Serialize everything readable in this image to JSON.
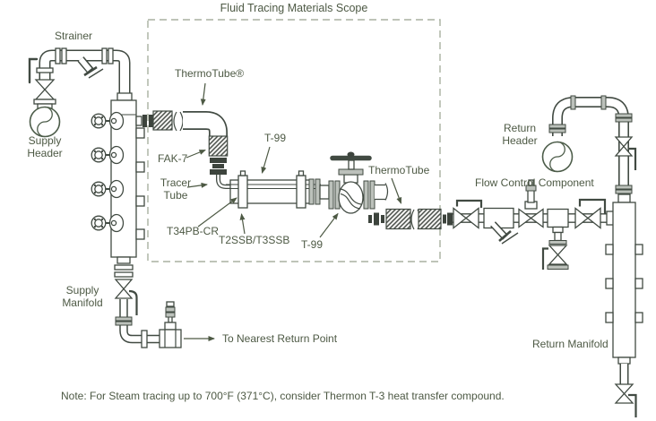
{
  "diagram": {
    "title": "Fluid Tracing Materials Scope",
    "note": "Note: For Steam tracing up to 700°F (371°C), consider Thermon T-3 heat transfer compound.",
    "labels": {
      "strainer": "Strainer",
      "supply_header": "Supply\nHeader",
      "thermotube_supply": "ThermoTube®",
      "fak7": "FAK-7",
      "tracer_tube": "Tracer\nTube",
      "t99_tube": "T-99",
      "t34pb_cr": "T34PB-CR",
      "t2ssb_t3ssb": "T2SSB/T3SSB",
      "t99_valve": "T-99",
      "thermotube_return": "ThermoTube",
      "flow_control": "Flow Control Component",
      "return_header": "Return\nHeader",
      "supply_manifold": "Supply\nManifold",
      "to_nearest_return": "To Nearest Return Point",
      "return_manifold": "Return Manifold"
    },
    "colors": {
      "label_text": "#4d5944",
      "line_art": "#414a42",
      "header_accent": "#4c5c49",
      "scope_box_dash": "#a8b0a0"
    }
  }
}
